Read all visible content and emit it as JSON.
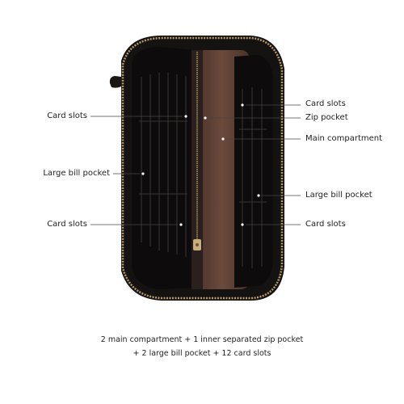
{
  "colors": {
    "leather": "#151212",
    "lining": "#5a3d32",
    "zipper": "#b89a6a",
    "background": "#ffffff",
    "text": "#222222"
  },
  "labels": {
    "left": {
      "card_slots_top": "Card slots",
      "large_bill_pocket": "Large bill pocket",
      "card_slots_bottom": "Card slots"
    },
    "right": {
      "card_slots_top": "Card slots",
      "zip_pocket": "Zip pocket",
      "main_compartment": "Main compartment",
      "large_bill_pocket": "Large bill pocket",
      "card_slots_bottom": "Card slots"
    }
  },
  "caption": {
    "line1": "2 main compartment + 1 inner separated zip pocket",
    "line2": "+ 2 large bill pocket + 12 card slots"
  }
}
